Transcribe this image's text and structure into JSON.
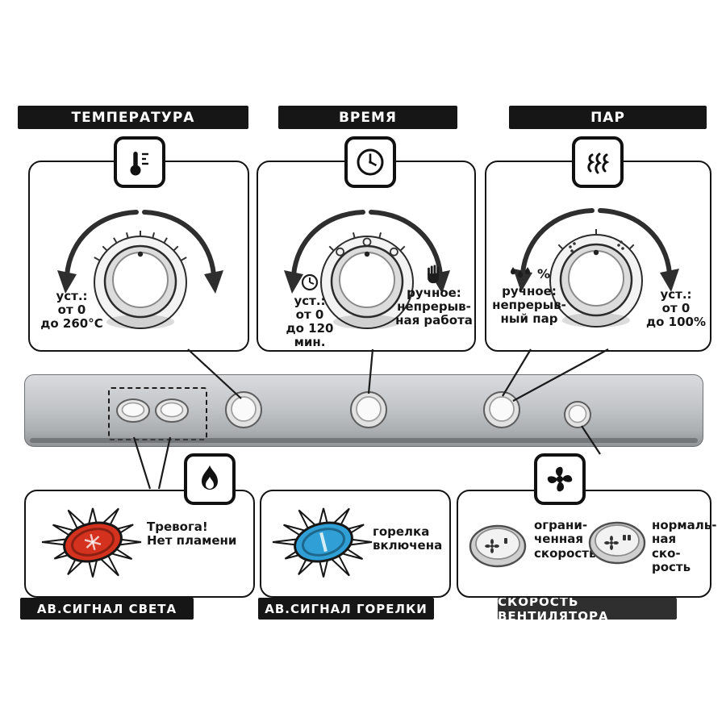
{
  "colors": {
    "lamp_red": "#d4321e",
    "lamp_blue": "#2f9fd6",
    "bar_black": "#161616",
    "bar_gray": "#2f2f2f",
    "panel_gray": "#c3c6c9"
  },
  "icons": {
    "temperature": "thermometer-icon",
    "time": "clock-icon",
    "steam": "steam-icon",
    "burner": "flame-icon",
    "fan": "fan-icon",
    "time_set": "clock-small-icon",
    "time_manual": "hand-icon",
    "steam_manual": "steam-drops-percent-icon"
  },
  "top_sections": {
    "temperature": {
      "title": "ТЕМПЕРАТУРА",
      "set_label": "уст.:\nот 0\nдо 260°C"
    },
    "time": {
      "title": "ВРЕМЯ",
      "set_label": "уст.:\nот 0\nдо 120 мин.",
      "manual_label": "ручное:\nнепрерыв-\nная работа"
    },
    "steam": {
      "title": "ПАР",
      "manual_icon_suffix": "%",
      "manual_label": "ручное:\nнепрерыв-\nный пар",
      "set_label": "уст.:\nот 0\nдо 100%"
    }
  },
  "bottom_sections": {
    "light_alarm": {
      "title": "АВ.СИГНАЛ СВЕТА",
      "text": "Тревога!\nНет пламени"
    },
    "burner_alarm": {
      "title": "АВ.СИГНАЛ ГОРЕЛКИ",
      "text": "горелка\nвключена"
    },
    "fan_speed": {
      "title": "СКОРОСТЬ ВЕНТИЛЯТОРА",
      "limited_label": "ограни-\nченная\nскорость",
      "normal_label": "нормаль-\nная ско-\nрость"
    }
  }
}
